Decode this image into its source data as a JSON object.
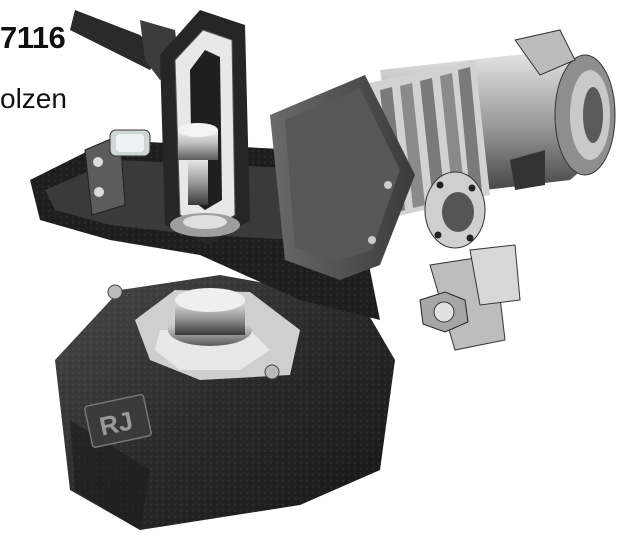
{
  "product": {
    "title_fragment": "7116",
    "subtitle_fragment": "olzen",
    "logo_text": "RJ"
  },
  "colors": {
    "background": "#ffffff",
    "text": "#111111",
    "body_dark": "#2b2b2b",
    "metal_light": "#d8d8d8"
  }
}
